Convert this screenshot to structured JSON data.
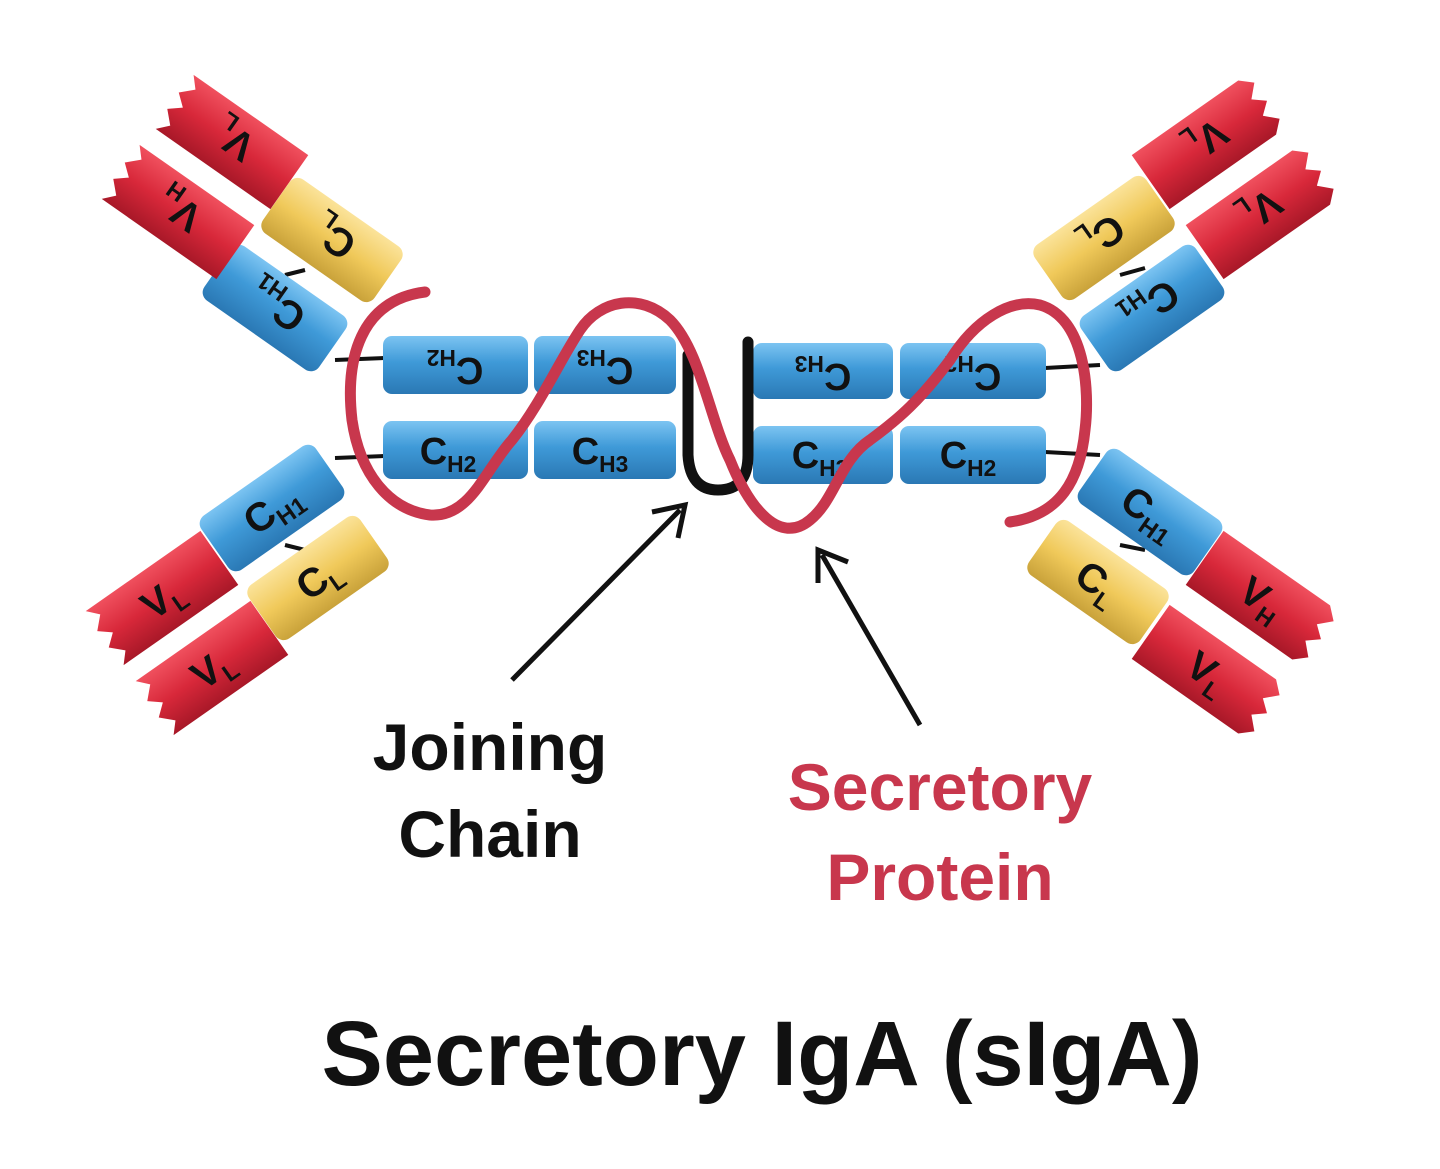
{
  "title": "Secretory IgA (sIgA)",
  "labels": {
    "joining_chain": [
      "Joining",
      "Chain"
    ],
    "secretory_protein": [
      "Secretory",
      "Protein"
    ]
  },
  "domains": {
    "c": "C",
    "v": "V",
    "h2": "H2",
    "h3": "H3",
    "h1": "H1",
    "h": "H",
    "l": "L"
  },
  "colors": {
    "variable": "#d8283a",
    "light_constant": "#f0c95a",
    "heavy_constant": "#3f9ad8",
    "secretory_protein": "#c8374d",
    "joining_chain": "#111111",
    "secretory_label": "#c8374d",
    "text": "#111111"
  }
}
